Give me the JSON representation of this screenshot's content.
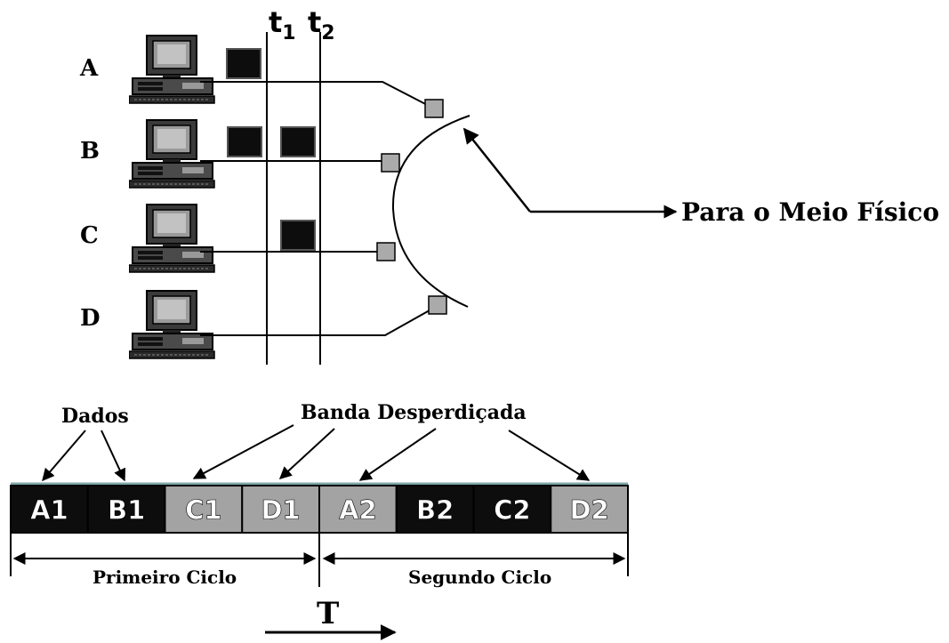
{
  "stations": [
    {
      "label": "A"
    },
    {
      "label": "B"
    },
    {
      "label": "C"
    },
    {
      "label": "D"
    }
  ],
  "time_markers": {
    "t1": {
      "base": "t",
      "sub": "1"
    },
    "t2": {
      "base": "t",
      "sub": "2"
    }
  },
  "medium_label": "Para o Meio Físico",
  "frame_slots": [
    {
      "label": "A1",
      "state": "data"
    },
    {
      "label": "B1",
      "state": "data"
    },
    {
      "label": "C1",
      "state": "wasted"
    },
    {
      "label": "D1",
      "state": "wasted"
    },
    {
      "label": "A2",
      "state": "wasted"
    },
    {
      "label": "B2",
      "state": "data"
    },
    {
      "label": "C2",
      "state": "data"
    },
    {
      "label": "D2",
      "state": "wasted"
    }
  ],
  "annotations": {
    "data": "Dados",
    "wasted": "Banda Desperdiçada"
  },
  "cycles": {
    "first": "Primeiro Ciclo",
    "second": "Segundo Ciclo"
  },
  "time_axis_label": "T",
  "colors": {
    "data_slot": "#0d0d0d",
    "wasted_slot": "#a3a3a3",
    "slot_text": "#ffffff",
    "ink": "#000000",
    "connector": "#aaaaaa",
    "frame_top_border": "#7fa8a8"
  }
}
